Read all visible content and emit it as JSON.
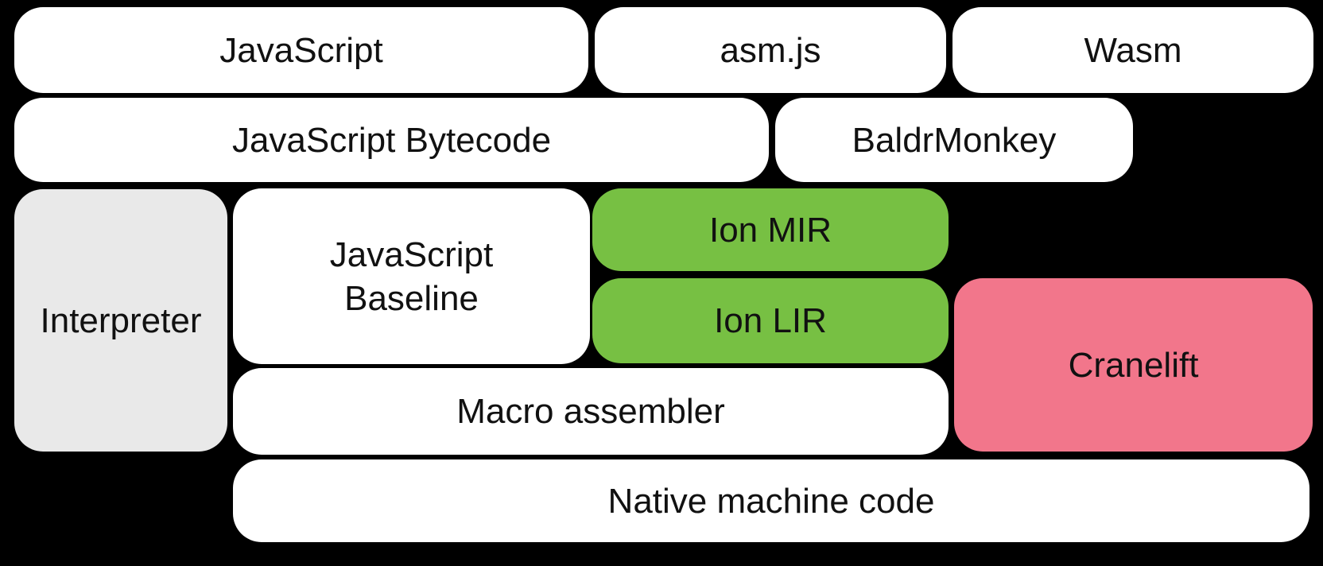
{
  "diagram": {
    "background": "#000000",
    "colors": {
      "white": "#ffffff",
      "gray": "#e9e9e9",
      "green": "#77c043",
      "pink": "#f2768b",
      "text": "#111111"
    },
    "nodes": {
      "javascript": "JavaScript",
      "asmjs": "asm.js",
      "wasm": "Wasm",
      "bytecode": "JavaScript Bytecode",
      "baldrmonkey": "BaldrMonkey",
      "interpreter": "Interpreter",
      "baseline": "JavaScript Baseline",
      "ion_mir": "Ion MIR",
      "ion_lir": "Ion LIR",
      "cranelift": "Cranelift",
      "macro_assembler": "Macro assembler",
      "native_machine_code": "Native machine code"
    }
  }
}
